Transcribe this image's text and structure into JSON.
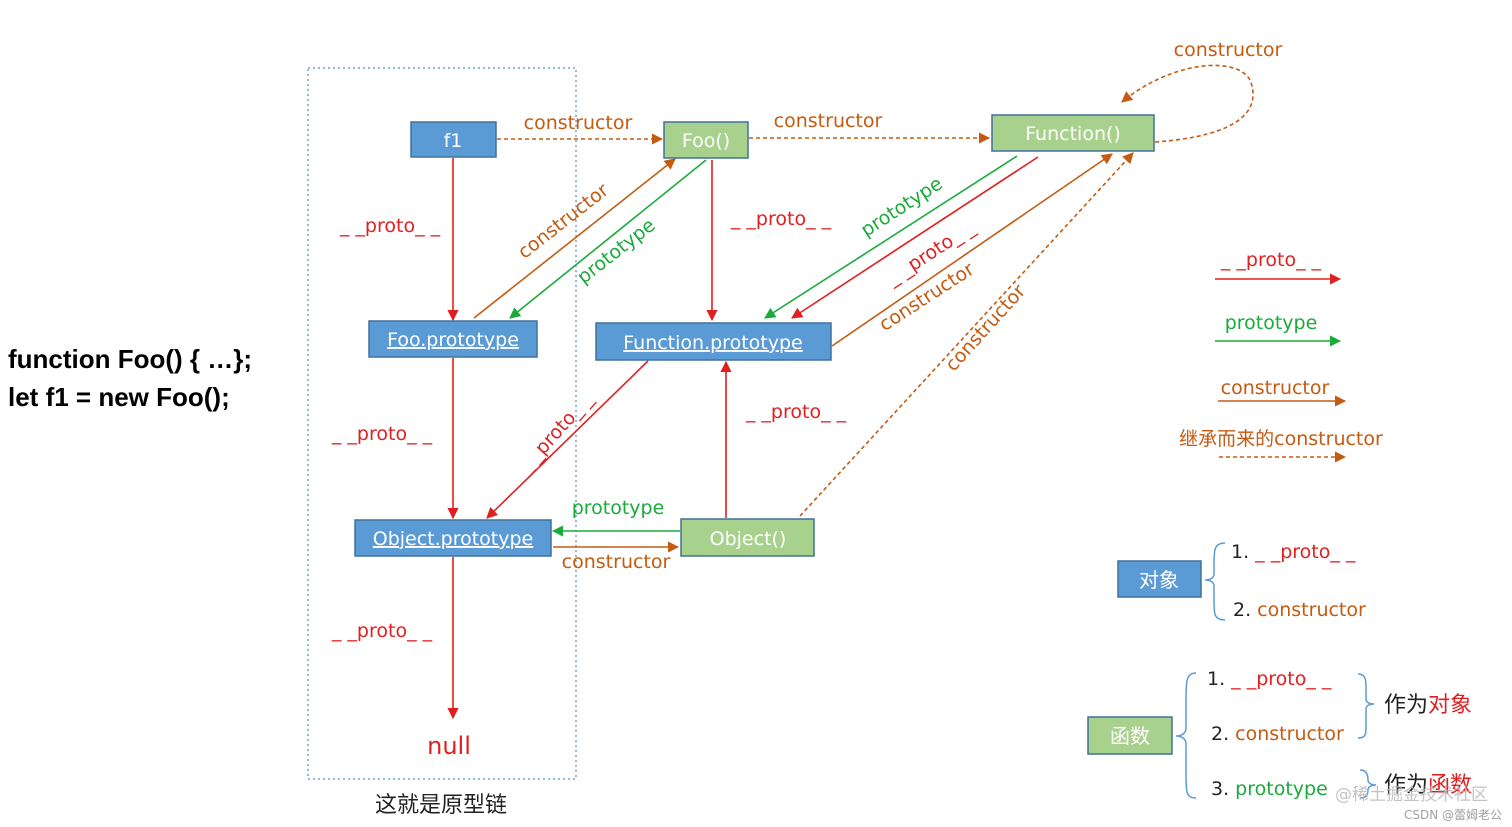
{
  "code": {
    "line1": "function Foo() { …};",
    "line2": "let f1 = new Foo();"
  },
  "nodes": {
    "f1": "f1",
    "foo": "Foo()",
    "function": "Function()",
    "foo_prototype": "Foo.prototype",
    "function_prototype": "Function.prototype",
    "object_prototype": "Object.prototype",
    "object": "Object()",
    "null": "null"
  },
  "edge_labels": {
    "constructor": "constructor",
    "prototype": "prototype",
    "proto": "_ _proto_ _"
  },
  "chain_caption": "这就是原型链",
  "legend": {
    "proto": "_ _proto_ _",
    "prototype": "prototype",
    "constructor": "constructor",
    "inherited_constructor": "继承而来的constructor"
  },
  "object_block": {
    "box": "对象",
    "item1": "1. _ _proto_ _",
    "item2": "2. constructor"
  },
  "function_block": {
    "box": "函数",
    "item1": "1. _ _proto_ _",
    "item2": "2. constructor",
    "item3": "3. prototype",
    "as_object_prefix": "作为",
    "as_object_suffix": "对象",
    "as_function_prefix": "作为",
    "as_function_suffix": "函数"
  },
  "watermark": {
    "line1": "@稀土掘金技术社区",
    "line2": "CSDN @蕾姆老公"
  },
  "colors": {
    "blue_box": "#5b9bd5",
    "green_box": "#a9d18e",
    "proto": "#e02020",
    "prototype": "#1aab3c",
    "constructor": "#c55a11"
  }
}
